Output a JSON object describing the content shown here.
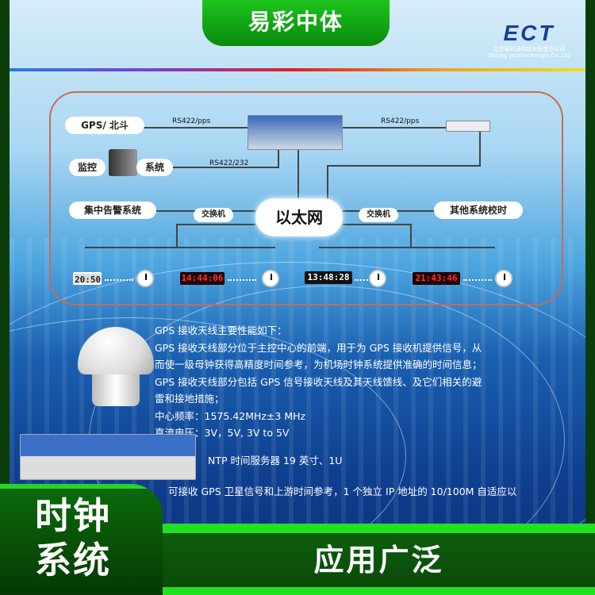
{
  "banner": {
    "title": "易彩中体"
  },
  "logo": {
    "mark": "ECT",
    "sub_cn": "北京易彩通科技有限责任公司",
    "sub_en": "Beijing yicaitechnogis Co.,Ltd"
  },
  "diagram": {
    "gps": "GPS/ 北斗",
    "link1": "RS422/pps",
    "link2": "RS422/pps",
    "link3": "RS422/232",
    "monitor_a": "监控",
    "monitor_b": "系统",
    "alarm": "集中告警系统",
    "other": "其他系统校时",
    "switch_left": "交换机",
    "switch_right": "交换机",
    "ethernet": "以太网",
    "displays": [
      "20:50",
      "14:44:06",
      "13:48:28",
      "21:43:46"
    ]
  },
  "info": {
    "lines": [
      "GPS 接收天线主要性能如下：",
      "GPS 接收天线部分位于主控中心的前端，用于为 GPS 接收机提供信号，从",
      "而使一级母钟获得高精度时间参考，为机场时钟系统提供准确的时间信息；",
      " GPS 接收天线部分包括 GPS 信号接收天线及其天线馈线、及它们相关的避",
      "雷和接地措施；",
      "中心频率：1575.42MHz±3 MHz",
      "直流电压：3V，5V, 3V to 5V"
    ]
  },
  "ntp": "NTP 时间服务器  19 英寸、1U",
  "partial": "可接收 GPS 卫星信号和上游时间参考，1 个独立 IP 地址的 10/100M 自适应以",
  "bottom": {
    "left_line1": "时钟",
    "left_line2": "系统",
    "right": "应用广泛"
  }
}
